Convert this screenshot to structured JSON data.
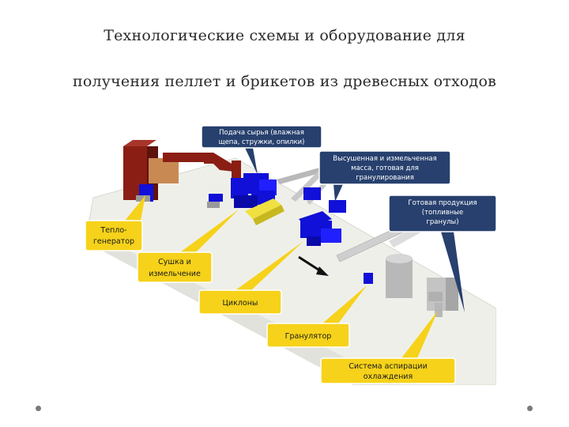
{
  "title": {
    "line1": "Технологические схемы и оборудование для",
    "line2": "получения пеллет и брикетов из древесных отходов"
  },
  "callouts": {
    "feed": [
      "Подача сырья (влажная",
      "щепа, стружки, опилки)"
    ],
    "dried": [
      "Высушенная и измельченная",
      "масса, готовая для",
      "гранулирования"
    ],
    "product": [
      "Готовая продукция",
      "(топливные",
      "гранулы)"
    ],
    "heat": [
      "Тепло-",
      "генератор"
    ],
    "drying": [
      "Сушка и",
      "измельчение"
    ],
    "cyclones": [
      "Циклоны"
    ],
    "granulator": [
      "Гранулятор"
    ],
    "aspiration": [
      "Система аспирации",
      "охлаждения"
    ]
  },
  "colors": {
    "callout_dark": "#27406e",
    "callout_yellow": "#f6d21a",
    "machine_blue": "#1010d8",
    "heater_red": "#8a1e14",
    "floor": "#efefea"
  }
}
